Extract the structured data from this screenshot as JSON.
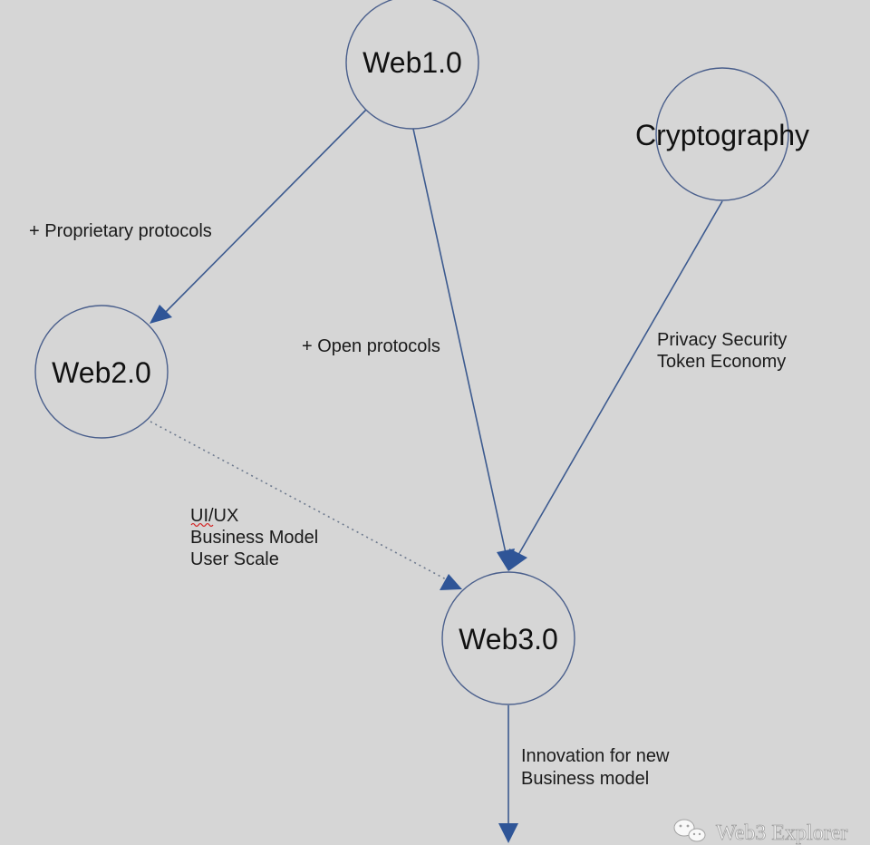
{
  "colors": {
    "background": "#d6d6d6",
    "node_stroke": "#4a5f8c",
    "edge_stroke": "#3c5a8f",
    "arrow_fill": "#2f5597",
    "dotted_edge": "#6e7a8e",
    "spellcheck_underline": "#d42a2a"
  },
  "nodes": {
    "web1": "Web1.0",
    "web2": "Web2.0",
    "web3": "Web3.0",
    "crypto": "Cryptography"
  },
  "edges": {
    "proprietary": "+ Proprietary protocols",
    "open": "+ Open protocols",
    "privacy": [
      "Privacy Security",
      "Token Economy"
    ],
    "uiux": [
      "UI/UX",
      "Business Model",
      "User Scale"
    ],
    "innovation": [
      "Innovation for new",
      "Business model"
    ]
  },
  "watermark": {
    "icon": "wechat-icon",
    "text": "Web3 Explorer"
  }
}
